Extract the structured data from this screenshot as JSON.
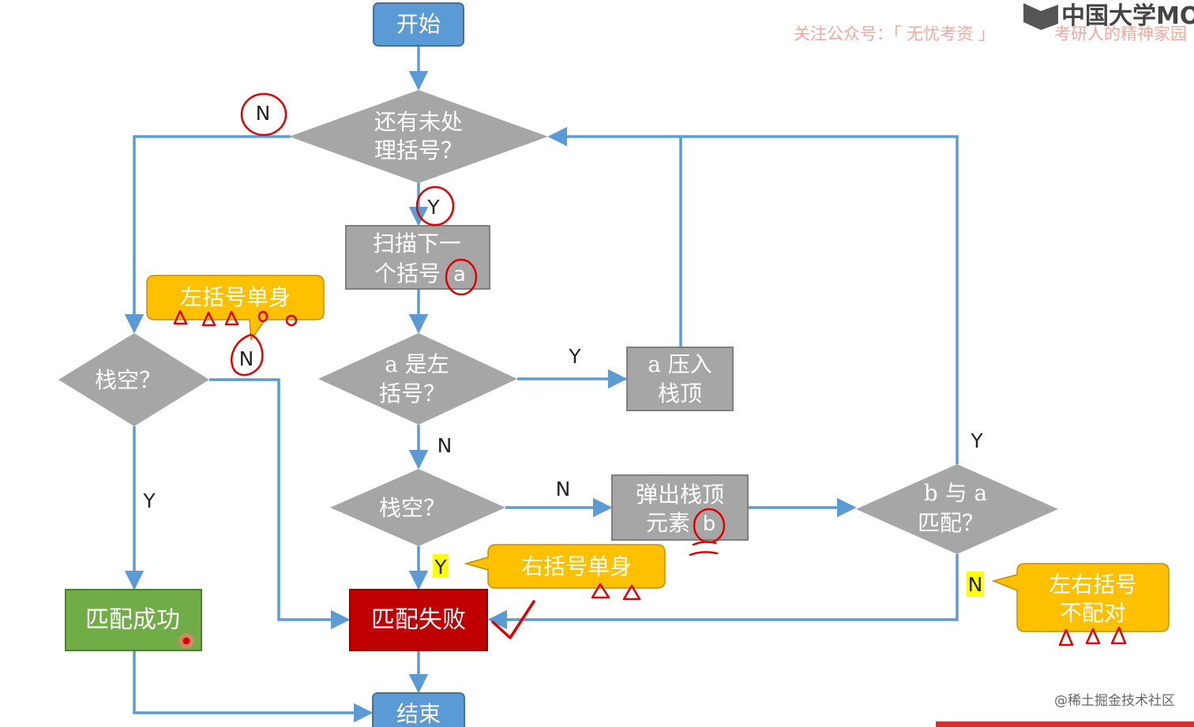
{
  "nodes": {
    "start": {
      "text": "开始"
    },
    "remaining": {
      "line1": "还有未处",
      "line2": "理括号？"
    },
    "scan": {
      "line1": "扫描下一",
      "line2": "个括号"
    },
    "scan_var": "a",
    "is_left": {
      "line1": "a 是左",
      "line2": "括号？"
    },
    "push": {
      "line1": "a 压入",
      "line2": "栈顶"
    },
    "stack_empty_left": {
      "text": "栈空？"
    },
    "stack_empty_mid": {
      "text": "栈空？"
    },
    "pop": {
      "line1": "弹出栈顶",
      "line2": "元素"
    },
    "pop_var": "b",
    "match": {
      "line1": "b 与 a",
      "line2": "匹配？"
    },
    "success": {
      "text": "匹配成功"
    },
    "failure": {
      "text": "匹配失败"
    },
    "end": {
      "text": "结束"
    }
  },
  "callouts": {
    "left_single": "左括号单身",
    "right_single": "右括号单身",
    "mismatch": {
      "line1": "左右括号",
      "line2": "不配对"
    }
  },
  "edge_labels": {
    "remaining_no": "N",
    "remaining_yes": "Y",
    "left_empty_no": "N",
    "left_empty_yes": "Y",
    "is_left_yes": "Y",
    "is_left_no": "N",
    "mid_empty_no": "N",
    "mid_empty_yes": "Y",
    "match_yes": "Y",
    "match_no": "N"
  },
  "header": {
    "logo": "中国大学MO",
    "wechat": "关注公众号：「 无忧考资 」",
    "slogan": "考研人的精神家园"
  },
  "watermark": "@稀土掘金技术社区",
  "colors": {
    "line": "#5b9bd5",
    "terminal": "#5b9bd5",
    "gray_shape": "#a6a6a6",
    "success": "#70ad47",
    "failure": "#c00000",
    "callout": "#ffc000",
    "annotation": "#e00000",
    "highlight": "#ffff00"
  }
}
